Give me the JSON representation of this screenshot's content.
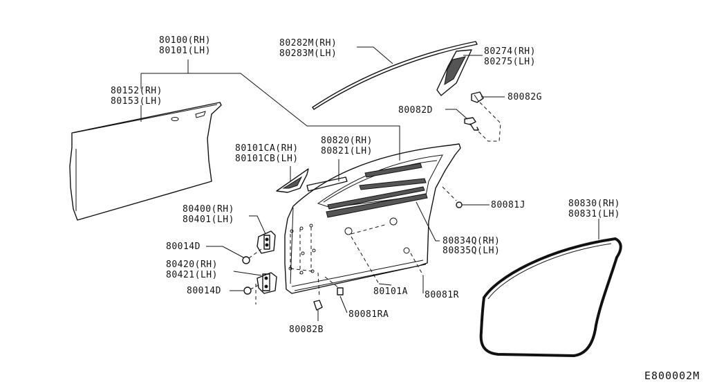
{
  "diagram_id": "E800002M",
  "callouts": {
    "door_shell": [
      "80100(RH)",
      "80101(LH)"
    ],
    "outer_panel": [
      "80152(RH)",
      "80153(LH)"
    ],
    "roof_molding": [
      "80282M(RH)",
      "80283M(LH)"
    ],
    "sash_trim": [
      "80274(RH)",
      "80275(LH)"
    ],
    "clip_g": [
      "80082G"
    ],
    "clip_d": [
      "80082D"
    ],
    "corner_cover": [
      "80101CA(RH)",
      "80101CB(LH)"
    ],
    "belt_molding": [
      "80820(RH)",
      "80821(LH)"
    ],
    "grommet_j": [
      "80081J"
    ],
    "upper_hinge": [
      "80400(RH)",
      "80401(LH)"
    ],
    "bolt_upper": [
      "80014D"
    ],
    "lower_hinge": [
      "80420(RH)",
      "80421(LH)"
    ],
    "bolt_lower": [
      "80014D"
    ],
    "weatherstrip": [
      "80830(RH)",
      "80831(LH)"
    ],
    "seal": [
      "80834Q(RH)",
      "80835Q(LH)"
    ],
    "plug_a": [
      "80101A"
    ],
    "grommet_r": [
      "80081R"
    ],
    "grommet_ra": [
      "80081RA"
    ],
    "clip_b": [
      "80082B"
    ]
  }
}
